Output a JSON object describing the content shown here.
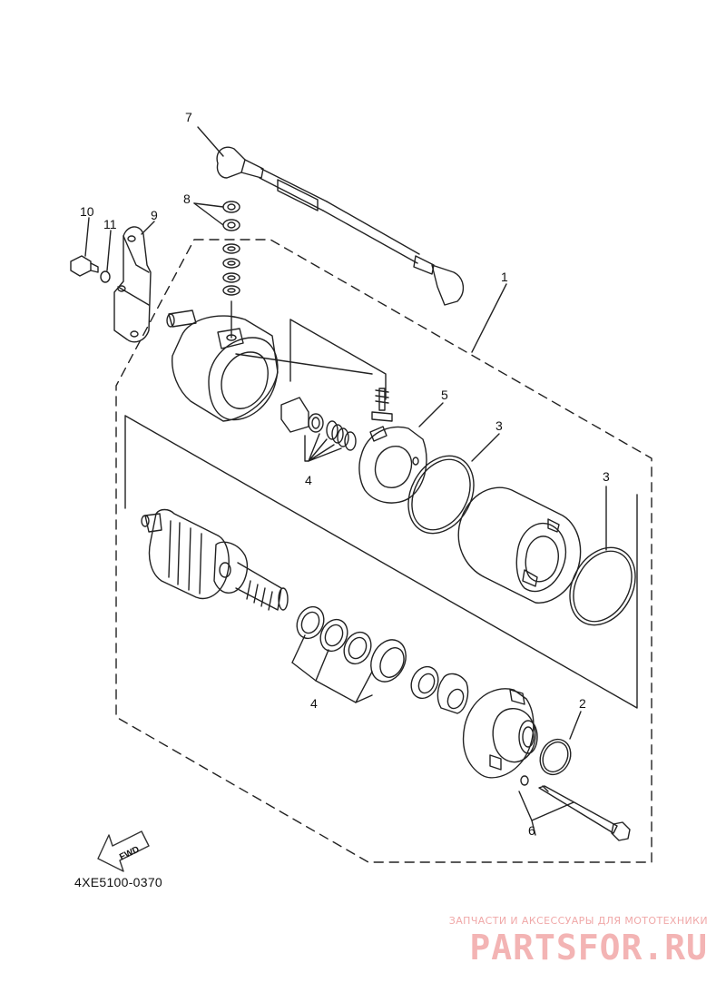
{
  "diagram": {
    "callouts": {
      "c1": "1",
      "c2": "2",
      "c3a": "3",
      "c3b": "3",
      "c4a": "4",
      "c4b": "4",
      "c5": "5",
      "c6": "6",
      "c7": "7",
      "c8": "8",
      "c9": "9",
      "c10": "10",
      "c11": "11"
    },
    "fwd_label": "FWD",
    "code": "4XE5100-0370"
  },
  "watermark": {
    "tagline": "ЗАПЧАСТИ И АКСЕССУАРЫ ДЛЯ МОТОТЕХНИКИ",
    "brand": "PARTSFOR.RU"
  }
}
